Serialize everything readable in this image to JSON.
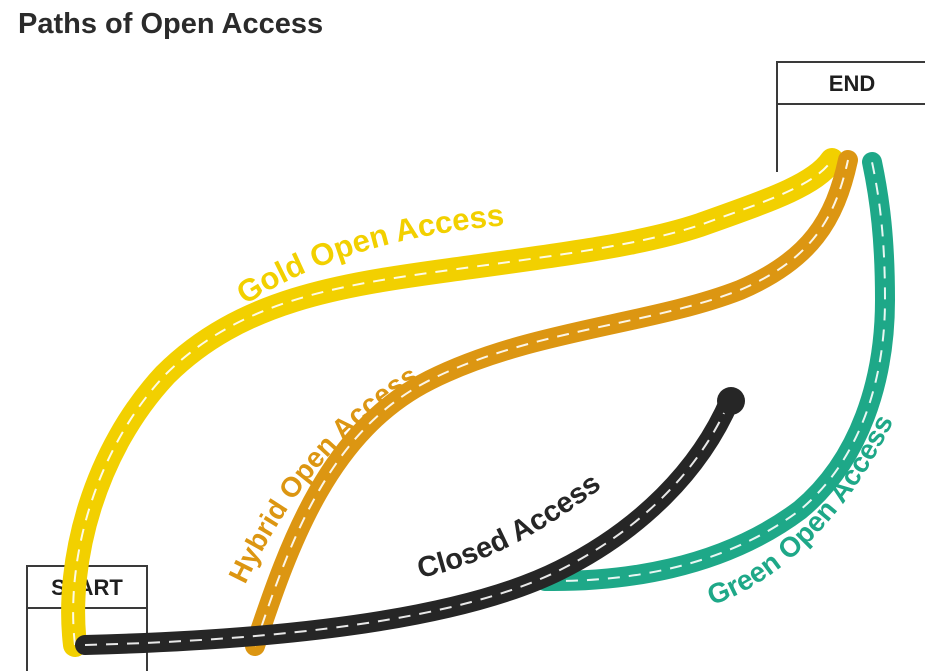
{
  "title": "Paths of Open Access",
  "start_label": "START",
  "end_label": "END",
  "paths": [
    {
      "id": "gold",
      "label": "Gold Open Access",
      "color": "#f2d000"
    },
    {
      "id": "hybrid",
      "label": "Hybrid Open Access",
      "color": "#dc9612"
    },
    {
      "id": "closed",
      "label": "Closed Access",
      "color": "#262626"
    },
    {
      "id": "green",
      "label": "Green Open Access",
      "color": "#1ea888"
    }
  ],
  "dash_color": "#ffffff",
  "box_stroke_color": "#3a3a3a"
}
